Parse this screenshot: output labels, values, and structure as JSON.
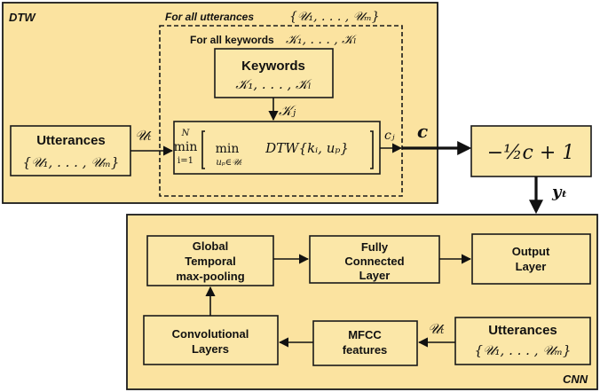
{
  "dtw": {
    "panel_label": "DTW",
    "utterances_loop_label": "For all utterances",
    "utterances_set": "{𝒰₁, . . . , 𝒰ₘ}",
    "keywords_loop_label": "For all keywords",
    "keywords_set": "𝒦₁, . . . , 𝒦ₗ",
    "keywords_box_title": "Keywords",
    "keywords_box_set": "𝒦₁, . . . , 𝒦ₗ",
    "kj_label": "𝒦ⱼ",
    "utterances_box_title": "Utterances",
    "utterances_box_set": "{𝒰₁, . . . , 𝒰ₘ}",
    "ut_label": "𝒰ₜ",
    "formula": {
      "outer_min_top": "N",
      "outer_min": "min",
      "outer_min_sub": "i=1",
      "inner_min": "min",
      "inner_min_sub": "uₚ∈𝒰ₜ",
      "dtw": "DTW{kᵢ, uₚ}"
    },
    "cj_label": "cⱼ",
    "c_label": "c"
  },
  "transform": {
    "formula": "−½c + 1",
    "yt_label": "yₜ"
  },
  "cnn": {
    "panel_label": "CNN",
    "global_pool_label": [
      "Global",
      "Temporal",
      "max-pooling"
    ],
    "fully_connected_label": [
      "Fully",
      "Connected",
      "Layer"
    ],
    "output_layer_label": [
      "Output",
      "Layer"
    ],
    "conv_layers_label": [
      "Convolutional",
      "Layers"
    ],
    "mfcc_label": [
      "MFCC",
      "features"
    ],
    "utterances_box_title": "Utterances",
    "utterances_box_set": "{𝒰₁, . . . , 𝒰ₘ}",
    "ut_label": "𝒰ₜ"
  }
}
